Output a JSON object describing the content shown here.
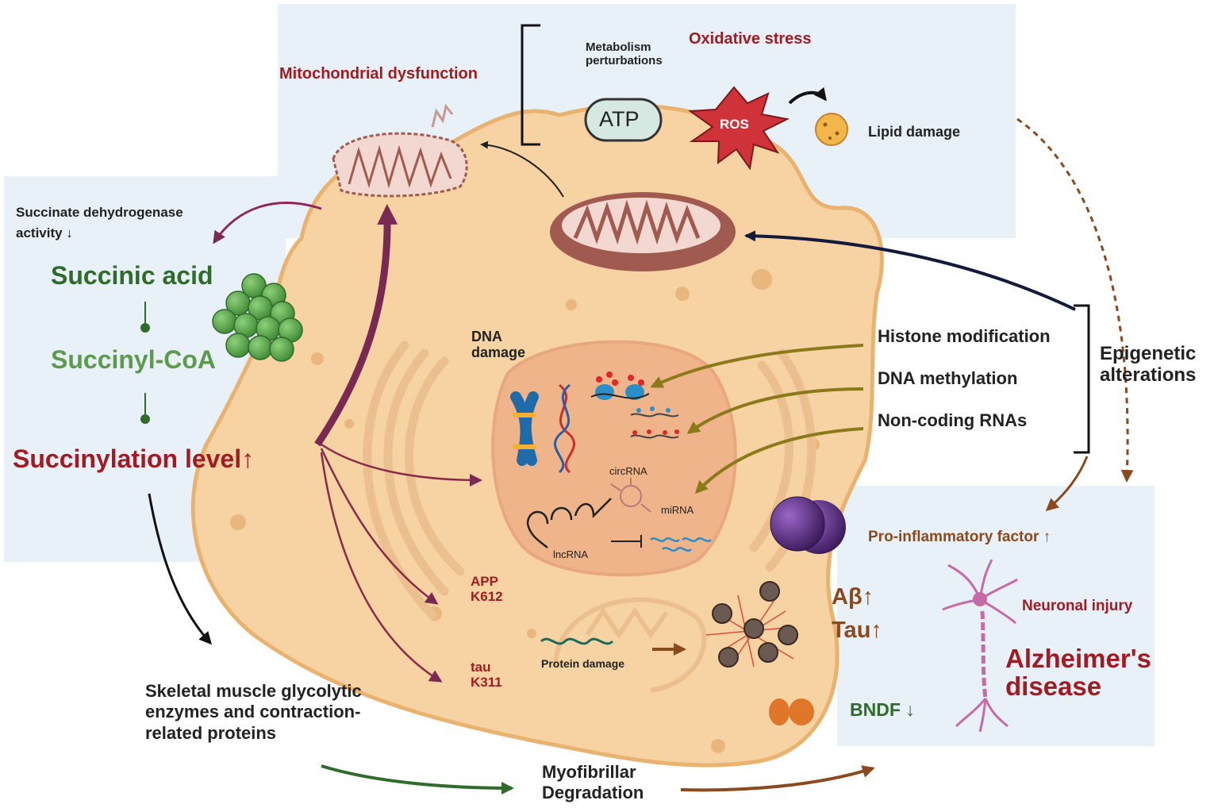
{
  "top": {
    "mitochondrial_dysfunction": "Mitochondrial dysfunction",
    "metabolism_perturbations": "Metabolism perturbations",
    "oxidative_stress": "Oxidative stress",
    "atp": "ATP",
    "ros": "ROS",
    "lipid_damage": "Lipid damage"
  },
  "left": {
    "sdh_activity": "Succinate dehydrogenase activity ↓",
    "succinic_acid": "Succinic acid",
    "succinyl_coa": "Succinyl-CoA",
    "succinylation_level": "Succinylation level↑",
    "skeletal_muscle": "Skeletal muscle glycolytic enzymes and contraction-related proteins"
  },
  "nucleus": {
    "dna_damage": "DNA damage",
    "circrna": "circRNA",
    "mirna": "miRNA",
    "lncrna": "lncRNA"
  },
  "targets": {
    "app": "APP K612",
    "tau": "tau K311",
    "protein_damage": "Protein damage"
  },
  "epigenetic": {
    "histone_modification": "Histone modification",
    "dna_methylation": "DNA methylation",
    "non_coding_rnas": "Non-coding RNAs",
    "title": "Epigenetic alterations"
  },
  "right": {
    "pro_inflammatory": "Pro-inflammatory factor ↑",
    "abeta": "Aβ↑",
    "tau": "Tau↑",
    "neuronal_injury": "Neuronal injury",
    "alzheimers": "Alzheimer's disease",
    "bndf": "BNDF ↓"
  },
  "bottom": {
    "myofibrillar_degradation": "Myofibrillar Degradation"
  },
  "colors": {
    "panel": "#e8f0f8",
    "cell": "#f7d3a4",
    "cell_border": "#e9b26f",
    "nucleus": "#f0b48a",
    "red_text": "#a01c22",
    "brown_text": "#8a4a1e",
    "green_text": "#2f6b2a",
    "light_green_text": "#5e9a4e"
  }
}
